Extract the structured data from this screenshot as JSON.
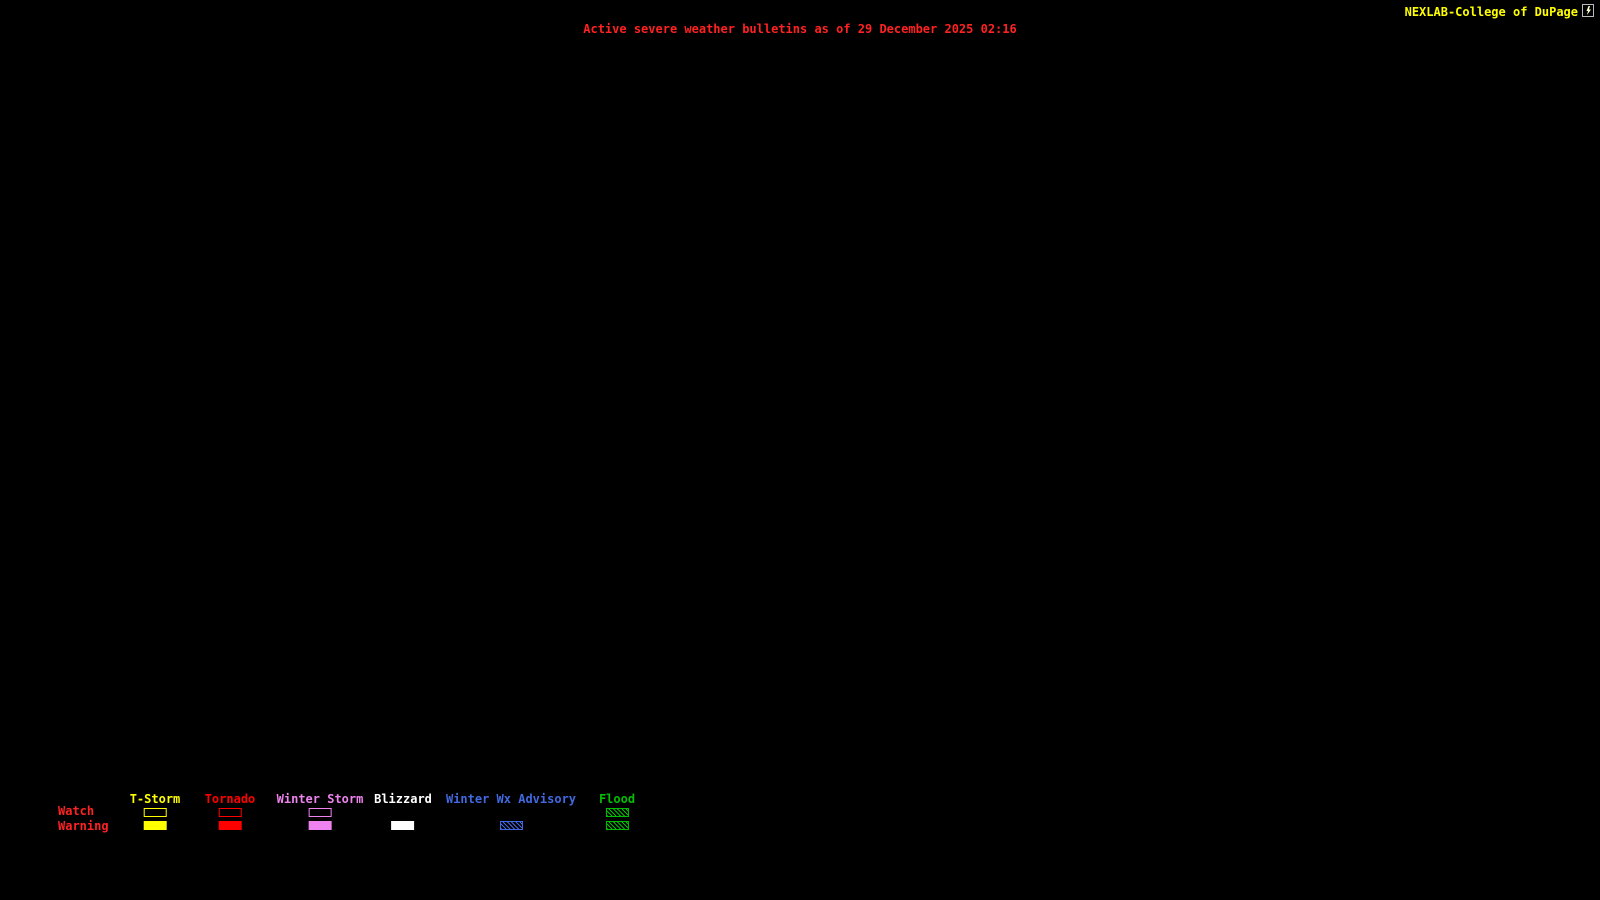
{
  "header": {
    "brand": "NEXLAB-College of DuPage",
    "brand_color": "#ffff00",
    "title": "Active severe weather bulletins as of 29 December 2025 02:16",
    "title_color": "#ff2222"
  },
  "legend": {
    "row_labels": {
      "watch": "Watch",
      "warning": "Warning"
    },
    "row_label_color": "#ff2222",
    "columns": [
      {
        "label": "T-Storm",
        "color": "#ffff00",
        "watch": "outline",
        "warning": "solid"
      },
      {
        "label": "Tornado",
        "color": "#ff0000",
        "watch": "outline",
        "warning": "solid"
      },
      {
        "label": "Winter Storm",
        "color": "#ee82ee",
        "watch": "outline",
        "warning": "solid"
      },
      {
        "label": "Blizzard",
        "color": "#ffffff",
        "watch": "none",
        "warning": "solid"
      },
      {
        "label": "Winter Wx Advisory",
        "color": "#4169e1",
        "watch": "none",
        "warning": "hatch"
      },
      {
        "label": "Flood",
        "color": "#00c000",
        "watch": "hatch",
        "warning": "hatch"
      }
    ]
  }
}
